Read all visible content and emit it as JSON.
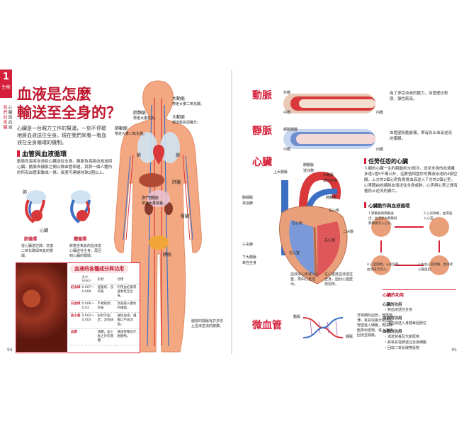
{
  "left": {
    "chapter_num": "1",
    "chapter_txt": "生物",
    "side_a": "我們的身體",
    "side_b": "心臟與血液",
    "title_l1": "血液是怎麼",
    "title_l2": "輸送至全身的？",
    "intro": "心臟是一台親力工作的幫浦，一刻不停歇地將血液送往全身。現在我們來看一看血液在全身循環的機制。",
    "sec_head": "血管與血液循環",
    "sec_body": "動脈負責將血液從心臟送往全身。靜脈負責將血液送回心臟。動脈與靜脈之間以微血管相連，其將一個人體內的所有血管串聯成一條，長度可達繞地球2圈以上。",
    "labels": {
      "lung": "肺",
      "heart": "心臟",
      "pulmonary": "肺循環",
      "systemic": "體循環",
      "pulmonary_desc": "從心臟送往肺、交換二氧化碳與氧氣的循環。",
      "systemic_desc": "將富含氧氣的血液從心臟送往全身，再回到心臟的循環。",
      "aorta": "大動脈",
      "aorta_desc": "帶走大量二氧化碳。",
      "aorta2": "大動脈",
      "aorta2_desc": "運送氧氣與養分。",
      "pulm_vein": "肺靜脈",
      "pulm_vein_desc": "帶走大量氧氣。",
      "pulm_art": "肺動脈",
      "pulm_art_desc": "帶走大量二氧化碳。",
      "lung_l": "肺",
      "lung_r": "肺",
      "liver": "肝臟",
      "portal": "肝門靜脈",
      "portal_desc": "帶走大量營養。",
      "kidney": "腎臟",
      "bladder": "膀胱",
      "limb_note": "腿部的靜脈有許多防止血液逆流的瓣膜。"
    },
    "blood_panel": {
      "title": "血液的各種成分與功用",
      "headers": [
        "",
        "大小(mm)",
        "形狀",
        "功用"
      ],
      "rows": [
        {
          "name": "紅血球",
          "size": "0.007～0.008",
          "shape": "圓盤狀，沒有核",
          "func": "利用血紅素運送氧氣至全身。"
        },
        {
          "name": "白血球",
          "size": "0.006～0.03",
          "shape": "不規則狀，有核",
          "func": "消滅侵入體內的細菌。"
        },
        {
          "name": "血小板",
          "size": "0.002～0.003",
          "shape": "形狀不固定，沒有核",
          "func": "凝結血液，讓傷口不再流血。"
        },
        {
          "name": "血漿",
          "size": "",
          "shape": "液體，血小板之外的液體",
          "func": "運送營養及代謝廢物。"
        }
      ],
      "side_label": "血漿",
      "side_desc": "血球、血小板之外的液體"
    },
    "page_num": "94"
  },
  "right": {
    "artery_title": "動脈",
    "vein_title": "靜脈",
    "heart_title": "心臟",
    "capillary_title": "微血管",
    "artery_labels": {
      "outer": "外膜",
      "middle": "中膜",
      "inner": "內膜",
      "desc": "為了承受血液的壓力，血管壁比較厚，彈性較高。"
    },
    "vein_labels": {
      "valve": "靜脈瓣膜",
      "middle": "中膜",
      "inner": "內膜",
      "desc": "血管壁較動脈薄，帶有防止血液逆流的瓣膜。"
    },
    "heart_labels": {
      "sup_vc": "上大靜脈",
      "aorta": "大動脈",
      "pulm_art": "肺動脈",
      "pulm_vein_l": "肺靜脈",
      "pulm_vein_r": "肺靜脈",
      "to_body": "送往全身",
      "to_lung": "送往肺",
      "from_lung": "來自肺",
      "from_body": "來自全身",
      "ra": "右心房",
      "la": "左心房",
      "rv": "右心室",
      "lv": "左心室",
      "tricuspid": "三尖瓣",
      "mitral": "二尖瓣",
      "inf_vc": "下大靜脈",
      "septum_desc": "血液由心房進入心室，再由心室送出。",
      "wall_desc": "左心室將血液送往全身，因此心室壁特別厚。"
    },
    "tireless_title": "任勞任怨的心臟",
    "tireless_body": "人類的心臟一生約跳動約30億次。送至全身的血液量多達1億5千萬公升，這數值相當於的賽游泳池約4個空間。上方的2個心房負責將血液送入下方的2個心室，心室藉由收縮將血液送往全身或肺，心房與心室之間有著防止逆流的瓣片。",
    "cycle_title": "心臟動作與血液循環",
    "cycle_steps": [
      "1 肺動脈與靜脈送出，血液從大靜脈與肺靜脈流入心房。",
      "2 心房收縮，血液送入心室。",
      "3 左右心室收縮，血液從心臟送出。",
      "4 心室關閉，心房舒張，血液再次流入。"
    ],
    "func_box": {
      "head": "心臟的功用",
      "groups": [
        {
          "sub": "心臟的功用",
          "items": [
            "・將血液送往全身"
          ]
        },
        {
          "sub": "血液的功用",
          "items": [
            "・讓血液送入身體每個部位"
          ]
        },
        {
          "sub": "血漿的功用",
          "items": [
            "・運送營養及代謝廢物",
            "・將氧氣從肺送往全身細胞",
            "・回收二氧化碳等廢物"
          ]
        }
      ]
    },
    "capillary_labels": {
      "artery": "動脈",
      "vein": "靜脈",
      "desc": "非常細的血管，管壁很薄，氧氣與養分能透過管壁進入細胞，再由細胞排出廢物，進入血液回流至靜脈。"
    },
    "page_num": "95"
  },
  "colors": {
    "accent": "#d61f3a",
    "artery": "#d9383a",
    "vein": "#3d6fc4",
    "skin": "#f4a882"
  }
}
